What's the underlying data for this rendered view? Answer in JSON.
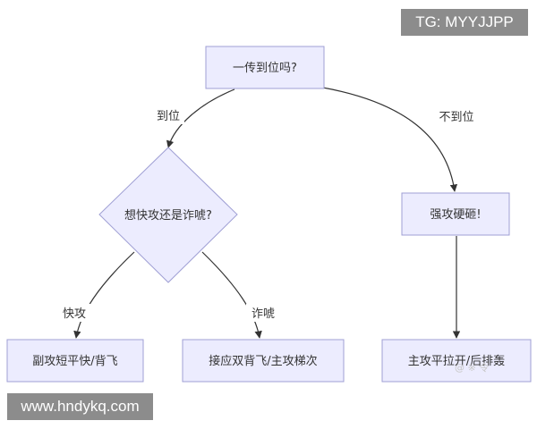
{
  "colors": {
    "node_fill": "#ececfe",
    "node_stroke": "#9f9fd4",
    "edge_stroke": "#333333",
    "badge_bg": "#8c8c8c"
  },
  "nodes": {
    "start": "一传到位吗?",
    "decision": "想快攻还是诈唬?",
    "hard_attack": "强攻硬砸!",
    "quick": "副攻短平快/背飞",
    "feint": "接应双背飞/主攻梯次",
    "main": "主攻平拉开/后排轰"
  },
  "edge_labels": {
    "good": "到位",
    "bad": "不到位",
    "quick": "快攻",
    "feint": "诈唬"
  },
  "badges": {
    "tg": "TG: MYYJJPP",
    "url": "www.hndykq.com"
  },
  "watermark": "@ ※ 令"
}
